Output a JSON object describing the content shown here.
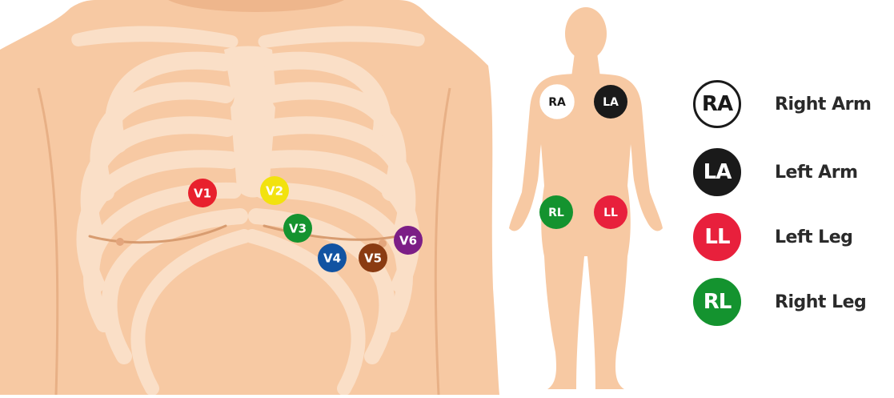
{
  "chest_electrodes": [
    {
      "label": "V1",
      "color": "#e8202d"
    },
    {
      "label": "V2",
      "color": "#f2e20e"
    },
    {
      "label": "V3",
      "color": "#14932f"
    },
    {
      "label": "V4",
      "color": "#1153a2"
    },
    {
      "label": "V5",
      "color": "#8a3b12"
    },
    {
      "label": "V6",
      "color": "#7c1e86"
    }
  ],
  "limb_electrodes": [
    {
      "label": "RA",
      "color": "#ffffff",
      "text_color": "#1a1a1a"
    },
    {
      "label": "LA",
      "color": "#1a1a1a",
      "text_color": "#ffffff"
    },
    {
      "label": "RL",
      "color": "#14932f",
      "text_color": "#ffffff"
    },
    {
      "label": "LL",
      "color": "#e8203c",
      "text_color": "#ffffff"
    }
  ],
  "legend": [
    {
      "badge": "RA",
      "label": "Right Arm",
      "color": "#ffffff",
      "text_color": "#1a1a1a",
      "border": "#1a1a1a"
    },
    {
      "badge": "LA",
      "label": "Left Arm",
      "color": "#1a1a1a",
      "text_color": "#ffffff",
      "border": "#1a1a1a"
    },
    {
      "badge": "LL",
      "label": "Left Leg",
      "color": "#e8203c",
      "text_color": "#ffffff",
      "border": "#e8203c"
    },
    {
      "badge": "RL",
      "label": "Right Leg",
      "color": "#14932f",
      "text_color": "#ffffff",
      "border": "#14932f"
    }
  ],
  "colors": {
    "skin": "#f7c9a3",
    "skin_dark": "#eab48a",
    "bone": "#fadfc7",
    "bone_shadow": "#eeb88f"
  }
}
